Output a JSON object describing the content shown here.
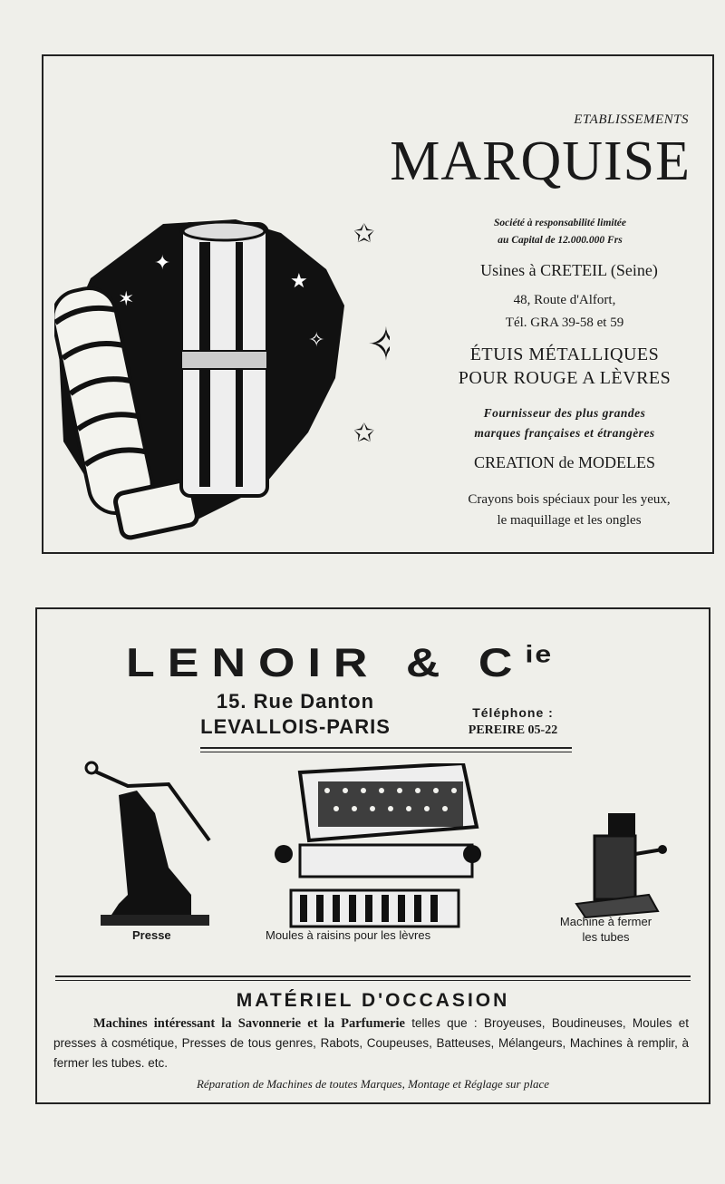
{
  "marquise": {
    "kicker": "ETABLISSEMENTS",
    "name": "MARQUISE",
    "legal_line1": "Société à responsabilité limitée",
    "legal_line2": "au Capital de 12.000.000 Frs",
    "factory": "Usines à CRETEIL (Seine)",
    "address": "48, Route d'Alfort,",
    "phone": "Tél. GRA 39-58 et 59",
    "product_line1": "ÉTUIS MÉTALLIQUES",
    "product_line2": "POUR ROUGE A LÈVRES",
    "supplier_line1": "Fournisseur des plus grandes",
    "supplier_line2": "marques françaises et étrangères",
    "creation": "CREATION de MODELES",
    "crayons_line1": "Crayons bois spéciaux pour les yeux,",
    "crayons_line2": "le maquillage et les ongles"
  },
  "lenoir": {
    "name": "LENOIR & C",
    "name_suffix": "ie",
    "street": "15. Rue Danton",
    "city": "LEVALLOIS-PARIS",
    "phone_label": "Téléphone :",
    "phone_number": "PEREIRE 05-22",
    "captions": {
      "press": "Presse",
      "moulds": "Moules à raisins pour les lèvres",
      "closer_line1": "Machine à fermer",
      "closer_line2": "les tubes"
    },
    "used_title": "MATÉRIEL D'OCCASION",
    "used_bold": "Machines intéressant la Savonnerie et la Parfumerie",
    "used_text": " telles que : Broyeuses, Boudineuses, Moules et presses à cosmétique, Presses de tous genres, Rabots, Coupeuses, Batteuses, Mélangeurs, Machines à remplir, à fermer les tubes. etc.",
    "repair": "Réparation de Machines de toutes Marques, Montage et Réglage sur place"
  }
}
